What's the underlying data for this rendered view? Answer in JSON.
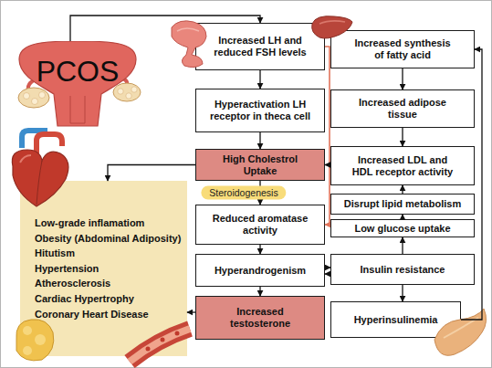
{
  "diagram": {
    "nodes": [
      {
        "text": [
          "PCOS"
        ]
      },
      {
        "text": [
          "Increased LH and reduced FSH levels"
        ]
      },
      {
        "text": [
          "Increased synthesis of fatty acid"
        ]
      },
      {
        "text": [
          "Hyperactivation LH receptor in theca cell"
        ]
      },
      {
        "text": [
          "Increased adipose tissue"
        ]
      },
      {
        "text": [
          "High Cholestrol Uptake"
        ]
      },
      {
        "text": [
          "Increased LDL and HDL receptor activity"
        ]
      },
      {
        "text": [
          "Low-grade inflamatiom",
          "Obesity (Abdominal Adiposity)",
          "Hitutism",
          "Hypertension",
          "Atherosclerosis",
          "Cardiac Hypertrophy",
          "Coronary Heart Disease"
        ]
      },
      {
        "text": [
          "Reduced aromatase activity"
        ]
      },
      {
        "text": [
          "Disrupt lipid metabolism"
        ]
      },
      {
        "text": [
          "Low glucose uptake"
        ]
      },
      {
        "text": [
          "Hyperandrogenism"
        ]
      },
      {
        "text": [
          "Insulin resistance"
        ]
      },
      {
        "text": [
          "Increased testosterone"
        ]
      },
      {
        "text": [
          "Hyperinsulinemia"
        ]
      }
    ],
    "edges": [
      {
        "from": 0,
        "to": 1,
        "arrow": "to"
      },
      {
        "from": 1,
        "to": 3,
        "arrow": "to"
      },
      {
        "from": 3,
        "to": 5,
        "arrow": "to"
      },
      {
        "from": 5,
        "to": 8,
        "label": "Steroidogenesis",
        "arrow": "to"
      },
      {
        "from": 8,
        "to": 11,
        "arrow": "to"
      },
      {
        "from": 11,
        "to": 13,
        "arrow": "to"
      },
      {
        "from": 1,
        "to": 8,
        "arrow": "to"
      },
      {
        "from": 2,
        "to": 4,
        "arrow": "to"
      },
      {
        "from": 4,
        "to": 6,
        "arrow": "to"
      },
      {
        "from": 6,
        "to": 5,
        "arrow": "to"
      },
      {
        "from": 9,
        "to": 6,
        "arrow": "to"
      },
      {
        "from": 10,
        "to": 9,
        "arrow": "to"
      },
      {
        "from": 12,
        "to": 10,
        "arrow": "to"
      },
      {
        "from": 12,
        "to": 14,
        "arrow": "to"
      },
      {
        "from": 14,
        "to": 2,
        "arrow": "to"
      },
      {
        "from": 11,
        "to": 12,
        "arrow": "to"
      },
      {
        "from": 12,
        "to": 11,
        "arrow": "to"
      },
      {
        "from": 5,
        "to": 7,
        "arrow": "to"
      },
      {
        "from": 13,
        "to": 7,
        "arrow": "to"
      }
    ]
  }
}
